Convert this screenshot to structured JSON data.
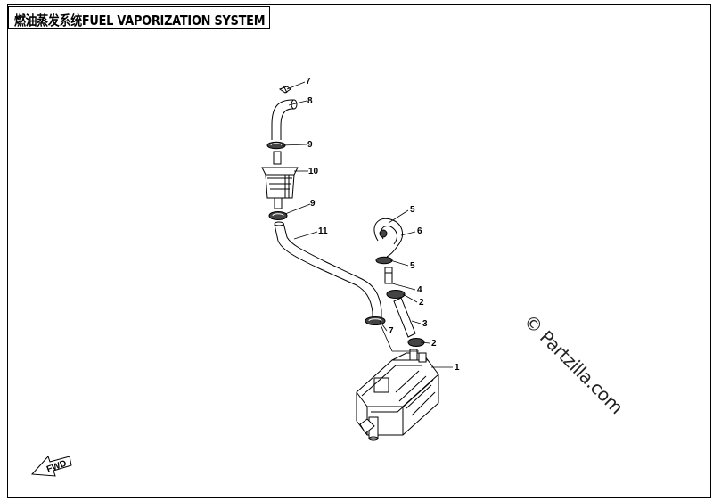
{
  "title": "燃油蒸发系统FUEL VAPORIZATION SYSTEM",
  "watermark": "© Partzilla.com",
  "fwd_label": "FWD",
  "callouts": {
    "c1": "1",
    "c2a": "2",
    "c2b": "2",
    "c3": "3",
    "c4": "4",
    "c5a": "5",
    "c5b": "5",
    "c6": "6",
    "c7a": "7",
    "c7b": "7",
    "c8": "8",
    "c9a": "9",
    "c9b": "9",
    "c10": "10",
    "c11": "11"
  }
}
